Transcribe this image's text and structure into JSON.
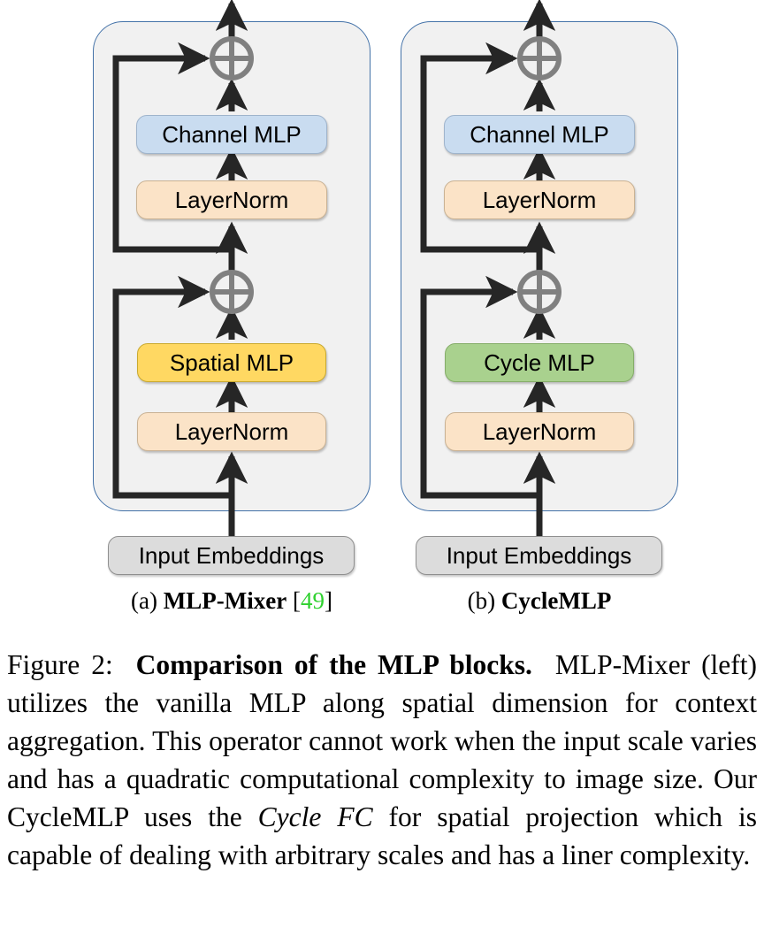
{
  "figure": {
    "panels": [
      {
        "id": "mlp-mixer",
        "caption_prefix": "(a)",
        "caption_title": "MLP-Mixer",
        "caption_citation_open": "[",
        "caption_citation_num": "49",
        "caption_citation_close": "]",
        "blocks": [
          {
            "label": "Channel MLP",
            "color": "#c9dcf0",
            "kind": "blue"
          },
          {
            "label": "LayerNorm",
            "color": "#fbe3c7",
            "kind": "peach"
          },
          {
            "label": "Spatial MLP",
            "color": "#ffd862",
            "kind": "yellow"
          },
          {
            "label": "LayerNorm",
            "color": "#fbe3c7",
            "kind": "peach"
          }
        ],
        "input_label": "Input Embeddings",
        "adders": [
          "plus-circle",
          "plus-circle"
        ]
      },
      {
        "id": "cyclemlp",
        "caption_prefix": "(b)",
        "caption_title": "CycleMLP",
        "caption_citation_open": "",
        "caption_citation_num": "",
        "caption_citation_close": "",
        "blocks": [
          {
            "label": "Channel MLP",
            "color": "#c9dcf0",
            "kind": "blue"
          },
          {
            "label": "LayerNorm",
            "color": "#fbe3c7",
            "kind": "peach"
          },
          {
            "label": "Cycle MLP",
            "color": "#a9d18e",
            "kind": "green"
          },
          {
            "label": "LayerNorm",
            "color": "#fbe3c7",
            "kind": "peach"
          }
        ],
        "input_label": "Input Embeddings",
        "adders": [
          "plus-circle",
          "plus-circle"
        ]
      }
    ],
    "colors": {
      "panel_fill": "#f1f1f1",
      "panel_border": "#4472a8",
      "arrow": "#262626",
      "adder": "#808080",
      "citation_green": "#2fd12f"
    }
  },
  "caption": {
    "label": "Figure 2:",
    "bold_title": "Comparison of the MLP blocks.",
    "body_part1": "MLP-Mixer (left) utilizes the vanilla MLP along spatial dimension for context aggregation. This operator cannot work when the input scale varies and has a quadratic computational complexity to image size. Our CycleMLP uses the ",
    "italic_term": "Cycle FC",
    "body_part2": " for spatial projection which is capable of dealing with arbitrary scales and has a liner complexity."
  }
}
